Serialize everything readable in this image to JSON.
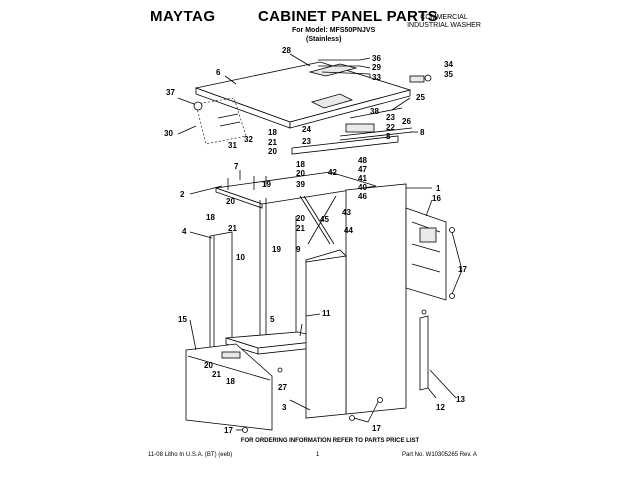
{
  "header": {
    "brand": "MAYTAG",
    "title": "CABINET PANEL PARTS",
    "model": "For Model: MFS50PNJVS",
    "variant": "(Stainless)",
    "category_line1": "COMMERCIAL",
    "category_line2": "INDUSTRIAL WASHER"
  },
  "footer": {
    "ordering_note": "FOR ORDERING INFORMATION REFER TO PARTS PRICE LIST",
    "litho": "11-08 Litho In U.S.A. (BT) (eeb)",
    "page": "1",
    "part_no": "Part No. W10305265 Rev. A"
  },
  "callouts": {
    "c28": "28",
    "c36": "36",
    "c29": "29",
    "c33": "33",
    "c34": "34",
    "c35": "35",
    "c6": "6",
    "c37": "37",
    "c30": "30",
    "c31": "31",
    "c32": "32",
    "c25": "25",
    "c38": "38",
    "c24": "24",
    "c23a": "23",
    "c22": "22",
    "c26": "26",
    "c8a": "8",
    "c8b": "8",
    "c18a": "18",
    "c21a": "21",
    "c20a": "20",
    "c23b": "23",
    "c48": "48",
    "c47": "47",
    "c41": "41",
    "c40": "40",
    "c46": "46",
    "c42": "42",
    "c18b": "18",
    "c20b": "20",
    "c39": "39",
    "c7": "7",
    "c1": "1",
    "c16": "16",
    "c2": "2",
    "c19a": "19",
    "c20c": "20",
    "c18c": "18",
    "c43": "43",
    "c20d": "20",
    "c45": "45",
    "c21b": "21",
    "c21c": "21",
    "c44": "44",
    "c4": "4",
    "c10": "10",
    "c19b": "19",
    "c9": "9",
    "c17a": "17",
    "c11": "11",
    "c5": "5",
    "c15": "15",
    "c20e": "20",
    "c21d": "21",
    "c18d": "18",
    "c27": "27",
    "c3": "3",
    "c12": "12",
    "c13": "13",
    "c17b": "17",
    "c17c": "17"
  }
}
